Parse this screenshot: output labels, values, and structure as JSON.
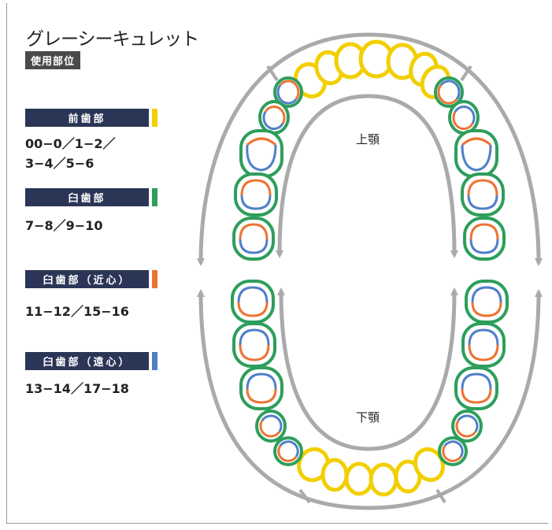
{
  "header": {
    "title": "グレーシーキュレット",
    "subtitle": "使用部位"
  },
  "categories": [
    {
      "label": "前歯部",
      "value": "00−0／1−2／\n3−4／5−6",
      "color": "#f2cf00"
    },
    {
      "label": "臼歯部",
      "value": "7−8／9−10",
      "color": "#2e9e5c"
    },
    {
      "label": "臼歯部（近心）",
      "value": "11−12／15−16",
      "color": "#ec7433"
    },
    {
      "label": "臼歯部（遠心）",
      "value": "13−14／17−18",
      "color": "#4f7fc9"
    }
  ],
  "diagram": {
    "upper_label": "上顎",
    "lower_label": "下顎"
  },
  "colors": {
    "anterior": "#f2cf00",
    "posterior": "#2e9e5c",
    "mesial": "#ec7433",
    "distal": "#4f7fc9",
    "arrow": "#aaaaaa"
  }
}
